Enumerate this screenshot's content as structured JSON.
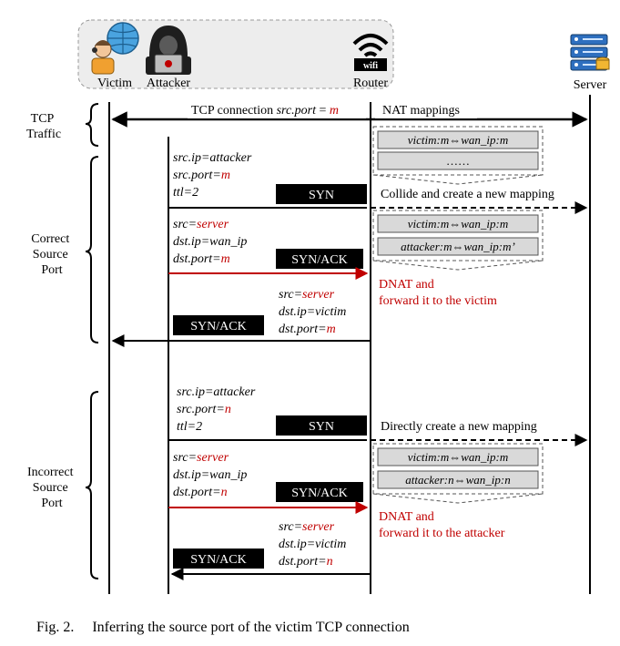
{
  "entities": {
    "victim": "Victim",
    "attacker": "Attacker",
    "router": "Router",
    "server": "Server",
    "wifi_badge": "wifi"
  },
  "sections": {
    "tcp_traffic": [
      "TCP",
      "Traffic"
    ],
    "correct": [
      "Correct",
      "Source",
      "Port"
    ],
    "incorrect": [
      "Incorrect",
      "Source",
      "Port"
    ]
  },
  "tcp_connection": {
    "label": "TCP connection ",
    "var": "src.port",
    "eq": " = ",
    "val": "m"
  },
  "nat_mappings_label": "NAT mappings",
  "nat_table_top": {
    "row1": "victim:m⇔wan_ip:m",
    "row2": "……"
  },
  "correct": {
    "syn_fields": [
      "src.ip=attacker",
      "src.port=",
      "ttl=2"
    ],
    "syn_port_val": "m",
    "syn_label": "SYN",
    "collide_text": "Collide and create a new mapping",
    "nat_rows": [
      "victim:m⇔wan_ip:m",
      "attacker:m⇔wan_ip:m’"
    ],
    "synack_in": {
      "src_key": "src=",
      "src_val": "server",
      "dst_ip": "dst.ip=wan_ip",
      "dst_port_key": "dst.port=",
      "dst_port_val": "m"
    },
    "synack_label": "SYN/ACK",
    "dnat_text": [
      "DNAT and",
      "forward it to the victim"
    ],
    "synack_out": {
      "src_key": "src=",
      "src_val": "server",
      "dst_ip": "dst.ip=victim",
      "dst_port_key": "dst.port=",
      "dst_port_val": "m"
    },
    "synack_out_label": "SYN/ACK"
  },
  "incorrect": {
    "syn_fields": [
      "src.ip=attacker",
      "src.port=",
      "ttl=2"
    ],
    "syn_port_val": "n",
    "syn_label": "SYN",
    "create_text": "Directly create a new mapping",
    "nat_rows": [
      "victim:m⇔wan_ip:m",
      "attacker:n⇔wan_ip:n"
    ],
    "synack_in": {
      "src_key": "src=",
      "src_val": "server",
      "dst_ip": "dst.ip=wan_ip",
      "dst_port_key": "dst.port=",
      "dst_port_val": "n"
    },
    "synack_label": "SYN/ACK",
    "dnat_text": [
      "DNAT and",
      "forward it to the attacker"
    ],
    "synack_out": {
      "src_key": "src=",
      "src_val": "server",
      "dst_ip": "dst.ip=victim",
      "dst_port_key": "dst.port=",
      "dst_port_val": "n"
    },
    "synack_out_label": "SYN/ACK"
  },
  "caption": "Fig. 2.  Inferring the source port of the victim TCP connection",
  "colors": {
    "red": "#c00000",
    "gray_fill": "#d9d9d9",
    "box_fill": "#ededed"
  }
}
